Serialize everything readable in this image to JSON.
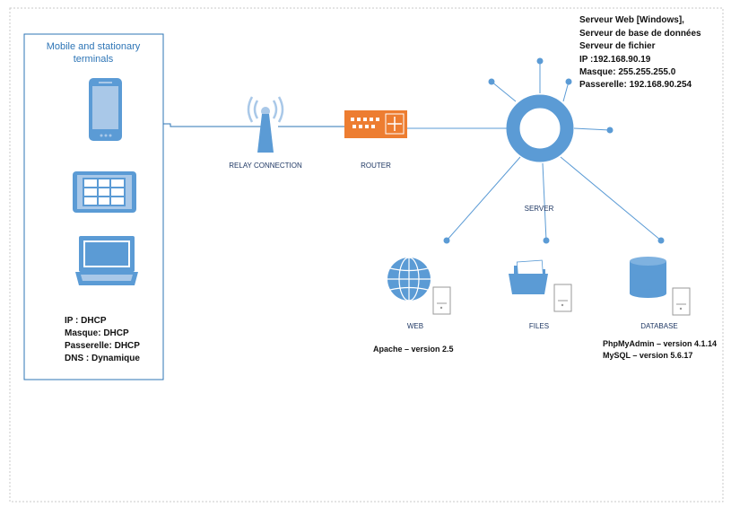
{
  "terminals": {
    "title_line1": "Mobile and stationary",
    "title_line2": "terminals",
    "config": [
      "IP : DHCP",
      "Masque: DHCP",
      "Passerelle: DHCP",
      "DNS : Dynamique"
    ]
  },
  "relay": {
    "label": "RELAY CONNECTION"
  },
  "router": {
    "label": "ROUTER"
  },
  "server": {
    "label": "SERVER",
    "info": [
      "Serveur Web [Windows],",
      "Serveur de base de données",
      "Serveur de fichier",
      "IP :192.168.90.19",
      "Masque: 255.255.255.0",
      "Passerelle: 192.168.90.254"
    ]
  },
  "web": {
    "label": "WEB",
    "note": "Apache – version 2.5"
  },
  "files": {
    "label": "FILES"
  },
  "database": {
    "label": "DATABASE",
    "notes": [
      "PhpMyAdmin – version 4.1.14",
      "MySQL – version 5.6.17"
    ]
  },
  "colors": {
    "accent": "#5b9bd5",
    "router": "#ed7d31",
    "border": "#2e75b6"
  }
}
